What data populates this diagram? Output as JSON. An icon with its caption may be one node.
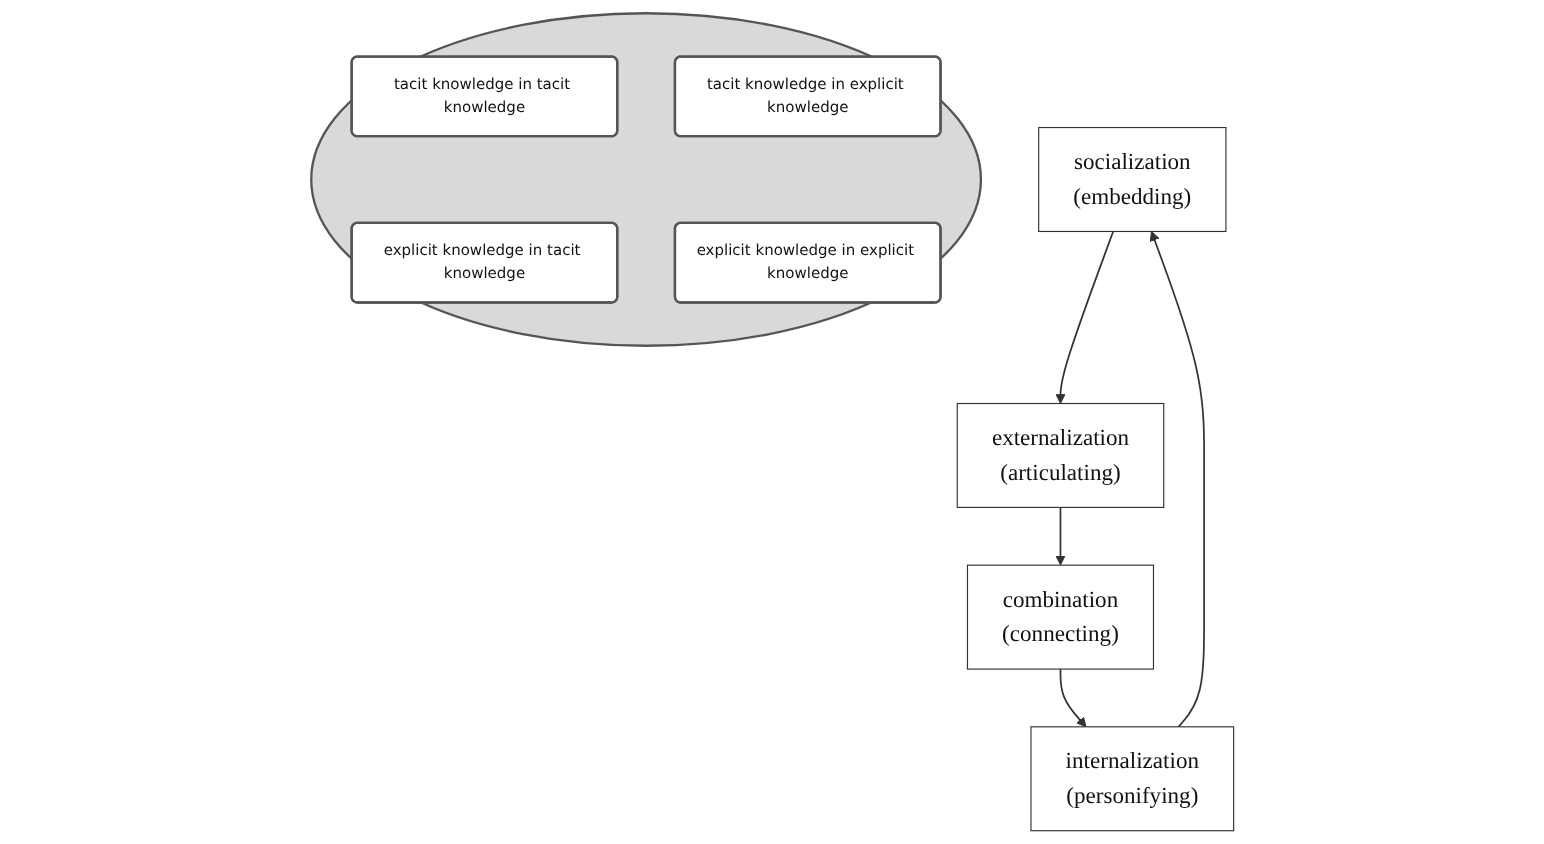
{
  "diagram": {
    "nodes": [
      {
        "text": [],
        "shape": "ellipse"
      },
      {
        "text": [
          "socialization",
          "(embedding)"
        ]
      },
      {
        "text": [
          "externalization",
          "(articulating)"
        ]
      },
      {
        "text": [
          "tacit knowledge in tacit knowledge"
        ],
        "in": 0
      },
      {
        "text": [
          "tacit knowledge in explicit knowledge"
        ],
        "in": 0
      },
      {
        "text": [
          "explicit knowledge in tacit knowledge"
        ],
        "in": 0
      },
      {
        "text": [
          "explicit knowledge in explicit knowledge"
        ],
        "in": 0
      },
      {
        "text": [
          "internalization",
          "(personifying)"
        ]
      },
      {
        "text": [
          "combination",
          "(connecting)"
        ]
      }
    ],
    "edges": [
      {
        "from": 1,
        "to": 2,
        "arrow": "to"
      },
      {
        "from": 2,
        "to": 8,
        "arrow": "to"
      },
      {
        "from": 8,
        "to": 7,
        "arrow": "to"
      },
      {
        "from": 7,
        "to": 1,
        "arrow": "to"
      }
    ]
  }
}
